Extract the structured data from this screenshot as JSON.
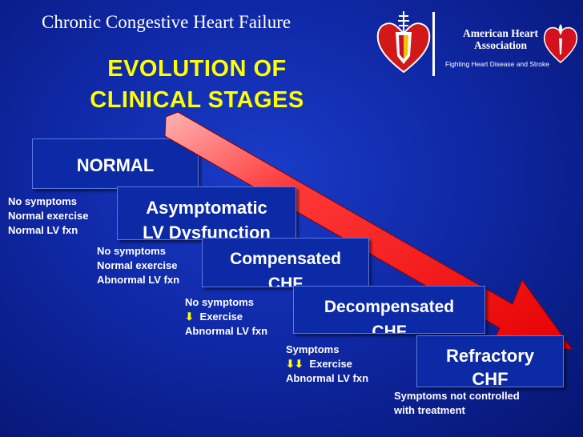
{
  "header": {
    "title": "Chronic Congestive Heart Failure",
    "aha_name": "American Heart Association",
    "aha_tagline": "Fighting Heart Disease and Stroke"
  },
  "main_title": {
    "line1": "EVOLUTION OF",
    "line2": "CLINICAL STAGES"
  },
  "stages": [
    {
      "line1": "NORMAL",
      "line2": ""
    },
    {
      "line1": "Asymptomatic",
      "line2": "LV Dysfunction"
    },
    {
      "line1": "Compensated",
      "line2": "CHF"
    },
    {
      "line1": "Decompensated",
      "line2": "CHF"
    },
    {
      "line1": "Refractory",
      "line2": "CHF"
    }
  ],
  "notes": [
    {
      "lines": [
        "No symptoms",
        "Normal exercise",
        "Normal LV fxn"
      ]
    },
    {
      "lines": [
        "No symptoms",
        "Normal exercise",
        "Abnormal LV fxn"
      ]
    },
    {
      "lines": [
        "No symptoms",
        "Exercise",
        "Abnormal LV fxn"
      ]
    },
    {
      "lines": [
        "Symptoms",
        "Exercise",
        "Abnormal LV fxn"
      ]
    },
    {
      "lines": [
        "Symptoms not controlled",
        "with treatment"
      ]
    }
  ],
  "colors": {
    "background": "#0f28a6",
    "title": "#ffff00",
    "arrow": "#ff1a1a",
    "stage_box": "#0c2aa6"
  },
  "icons": [
    "heart-logo-icon",
    "aha-heart-torch-icon",
    "down-arrow-icon",
    "double-down-arrow-icon"
  ]
}
